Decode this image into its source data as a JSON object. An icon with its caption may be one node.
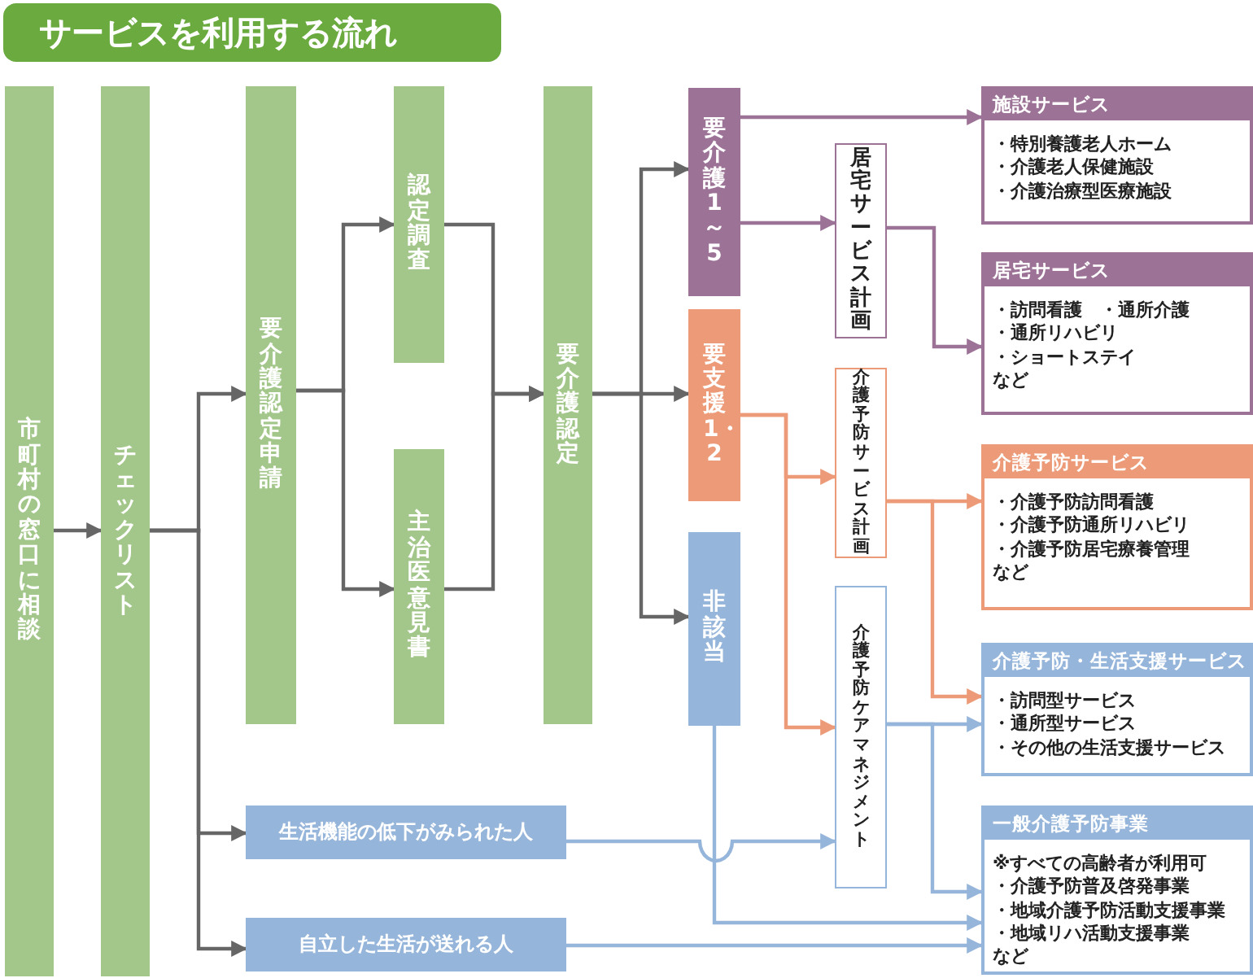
{
  "diagram": {
    "title": "サービスを利用する流れ",
    "nodes": [
      {
        "text": [
          "市町村の窓口に相談"
        ]
      },
      {
        "text": [
          "チェックリスト"
        ]
      },
      {
        "text": [
          "要介護認定申請"
        ]
      },
      {
        "text": [
          "認定調査"
        ]
      },
      {
        "text": [
          "主治医意見書"
        ]
      },
      {
        "text": [
          "要介護認定"
        ]
      },
      {
        "text": [
          "要介護1～5"
        ]
      },
      {
        "text": [
          "要支援1・2"
        ]
      },
      {
        "text": [
          "非該当"
        ]
      },
      {
        "text": [
          "居宅サービス計画"
        ]
      },
      {
        "text": [
          "介護予防サービス計画"
        ]
      },
      {
        "text": [
          "介護予防ケアマネジメント"
        ]
      },
      {
        "text": [
          "生活機能の低下がみられた人"
        ]
      },
      {
        "text": [
          "自立した生活が送れる人"
        ]
      },
      {
        "text": [
          "施設サービス",
          "・特別養護老人ホーム",
          "・介護老人保健施設",
          "・介護治療型医療施設"
        ]
      },
      {
        "text": [
          "居宅サービス",
          "・訪問看護　・通所介護",
          "・通所リハビリ",
          "・ショートステイ",
          "など"
        ]
      },
      {
        "text": [
          "介護予防サービス",
          "・介護予防訪問看護",
          "・介護予防通所リハビリ",
          "・介護予防居宅療養管理",
          "など"
        ]
      },
      {
        "text": [
          "介護予防・生活支援サービス",
          "・訪問型サービス",
          "・通所型サービス",
          "・その他の生活支援サービス"
        ]
      },
      {
        "text": [
          "一般介護予防事業",
          "※すべての高齢者が利用可",
          "・介護予防普及啓発事業",
          "・地域介護予防活動支援事業",
          "・地域リハ活動支援事業",
          "など"
        ]
      }
    ],
    "edges": [
      {
        "from": 0,
        "to": 1,
        "arrow": "to"
      },
      {
        "from": 1,
        "to": 2,
        "arrow": "to"
      },
      {
        "from": 1,
        "to": 12,
        "arrow": "to"
      },
      {
        "from": 1,
        "to": 13,
        "arrow": "to"
      },
      {
        "from": 2,
        "to": 3,
        "arrow": "to"
      },
      {
        "from": 2,
        "to": 4,
        "arrow": "to"
      },
      {
        "from": 3,
        "to": 5,
        "arrow": "to"
      },
      {
        "from": 4,
        "to": 5,
        "arrow": "to"
      },
      {
        "from": 5,
        "to": 6,
        "arrow": "to"
      },
      {
        "from": 5,
        "to": 7,
        "arrow": "to"
      },
      {
        "from": 5,
        "to": 8,
        "arrow": "to"
      },
      {
        "from": 6,
        "to": 14,
        "arrow": "to",
        "color": "#9c7396"
      },
      {
        "from": 6,
        "to": 9,
        "arrow": "to",
        "color": "#9c7396"
      },
      {
        "from": 9,
        "to": 15,
        "arrow": "to",
        "color": "#9c7396"
      },
      {
        "from": 7,
        "to": 10,
        "arrow": "to",
        "color": "#ec9a77"
      },
      {
        "from": 7,
        "to": 11,
        "arrow": "to",
        "color": "#ec9a77"
      },
      {
        "from": 10,
        "to": 16,
        "arrow": "to",
        "color": "#ec9a77"
      },
      {
        "from": 10,
        "to": 17,
        "arrow": "to",
        "color": "#ec9a77"
      },
      {
        "from": 11,
        "to": 17,
        "arrow": "to",
        "color": "#96b5da"
      },
      {
        "from": 11,
        "to": 18,
        "arrow": "to",
        "color": "#96b5da"
      },
      {
        "from": 12,
        "to": 11,
        "arrow": "to",
        "color": "#96b5da"
      },
      {
        "from": 8,
        "to": 18,
        "arrow": "to",
        "color": "#96b5da"
      },
      {
        "from": 13,
        "to": 18,
        "arrow": "to",
        "color": "#96b5da"
      }
    ]
  }
}
